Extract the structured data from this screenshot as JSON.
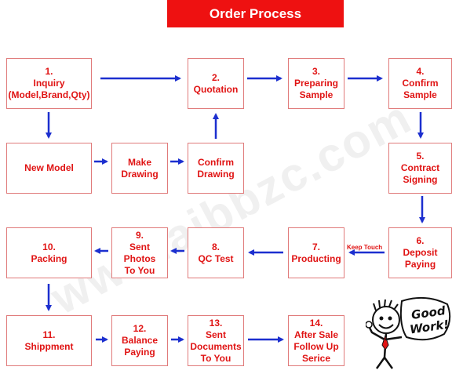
{
  "title": "Order Process",
  "watermark": "www.ajbbzc.com",
  "arrow_note": "Keep Touch",
  "badge": {
    "line1": "Good",
    "line2": "Work!"
  },
  "steps": [
    "1.\nInquiry\n(Model,Brand,Qty)",
    "2.\nQuotation",
    "3.\nPreparing\nSample",
    "4.\nConfirm\nSample",
    "New Model",
    "Make\nDrawing",
    "Confirm\nDrawing",
    "5.\nContract\nSigning",
    "10.\nPacking",
    "9.\nSent\nPhotos\nTo You",
    "8.\nQC Test",
    "7.\nProducting",
    "6.\nDeposit\nPaying",
    "11.\nShippment",
    "12.\nBalance\nPaying",
    "13.\nSent\nDocuments\nTo You",
    "14.\nAfter Sale\nFollow Up\nSerice"
  ]
}
